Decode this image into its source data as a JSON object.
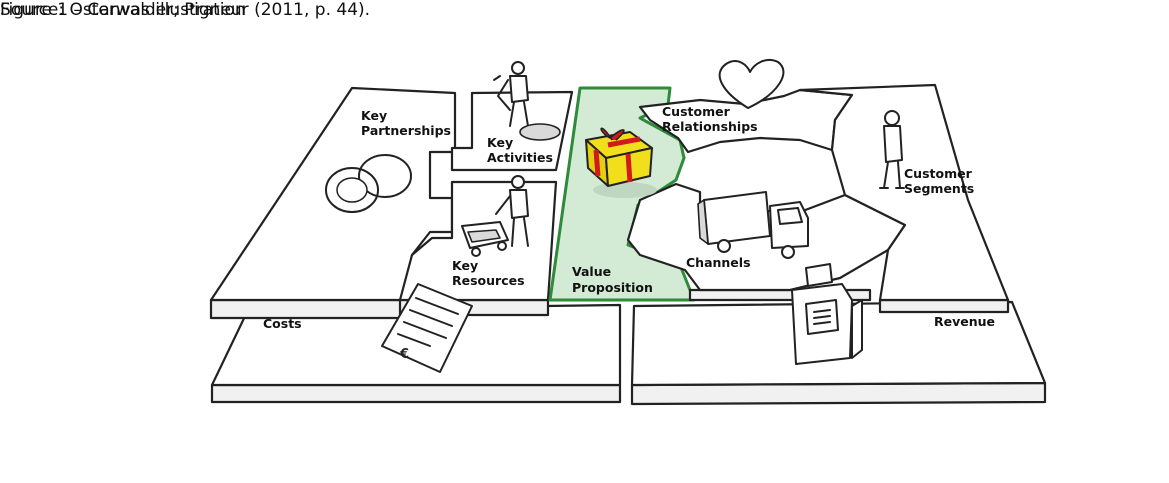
{
  "figure": {
    "title": "Figure 1 – Canvas illustration",
    "source": "Source: Osterwalder; Pigneur (2011, p. 44)."
  },
  "canvas": {
    "key_partnerships": [
      "Key",
      "Partnerships"
    ],
    "key_activities": [
      "Key",
      "Activities"
    ],
    "key_resources": [
      "Key",
      "Resources"
    ],
    "value_proposition": [
      "Value",
      "Proposition"
    ],
    "customer_relationships": [
      "Customer",
      "Relationships"
    ],
    "channels": "Channels",
    "customer_segments": [
      "Customer",
      "Segments"
    ],
    "costs": "Costs",
    "revenue": "Revenue"
  },
  "colors": {
    "value_proposition_fill": "#d3ead5",
    "value_proposition_border": "#2e8b3a",
    "gift_box": "#f2df1c",
    "gift_ribbon": "#d11a1a"
  }
}
